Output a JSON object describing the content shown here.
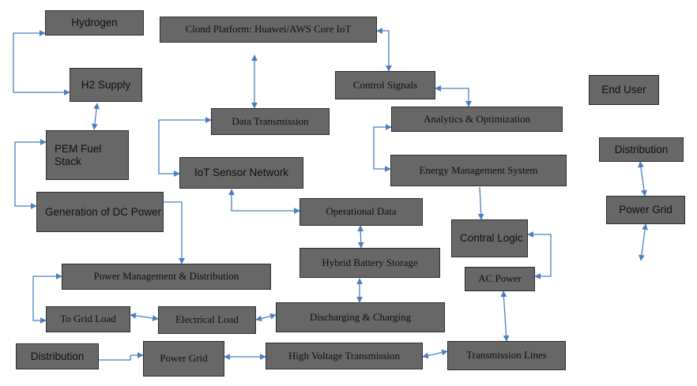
{
  "nodes": {
    "hydrogen": "Hydrogen",
    "h2_supply": "H2 Supply",
    "pem_fuel_stack": "PEM Fuel Stack",
    "dc_generation": "Generation of DC Power",
    "power_management": "Power Management & Distribution",
    "to_grid_load": "To Grid Load",
    "electrical_load": "Electrical Load",
    "distribution_left": "Distribution",
    "power_grid_bottom": "Power Grid",
    "high_voltage": "High Voltage Transmission",
    "transmission_lines": "Transmission Lines",
    "cloud_platform": "Clond Platform: Huawei/AWS Core IoT",
    "data_transmission": "Data Transmission",
    "iot_sensor_network": "IoT Sensor Network",
    "operational_data": "Operational Data",
    "hybrid_battery": "Hybrid Battery Storage",
    "discharging_charging": "Discharging & Charging",
    "control_signals": "Control Signals",
    "analytics": "Analytics & Optimization",
    "ems": "Energy Management System",
    "control_logic": "Contral Logic",
    "ac_power": "AC Power",
    "end_user": "End User",
    "distribution_right": "Distribution",
    "power_grid_right": "Power Grid"
  },
  "colors": {
    "box_fill": "#676767",
    "box_border": "#2e2e2e",
    "text": "#111111",
    "connector": "#4a7fc1"
  }
}
